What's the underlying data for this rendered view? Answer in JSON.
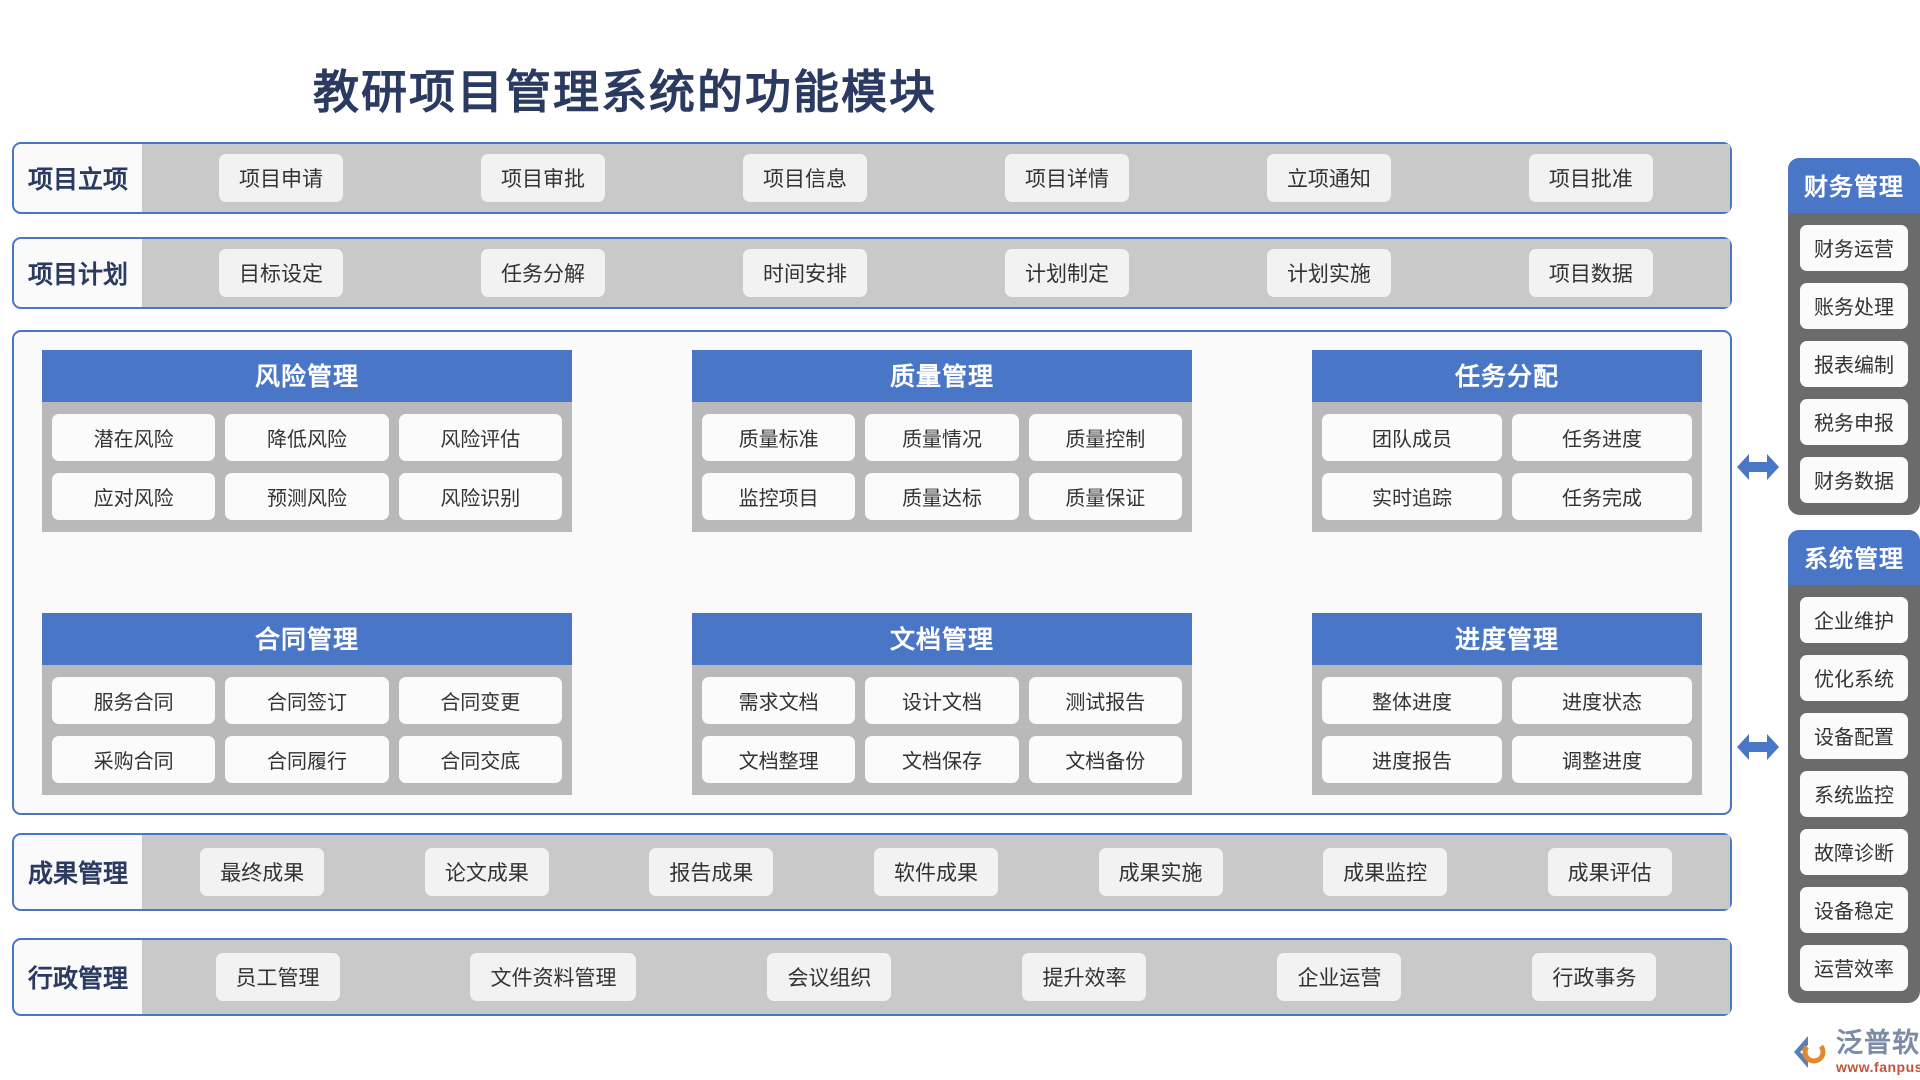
{
  "page": {
    "title": "教研项目管理系统的功能模块",
    "accent_blue": "#4a76c7",
    "title_color": "#2b3a60",
    "strip_gray": "#c9c9c9",
    "module_body_gray": "#b9b9b9",
    "sidebar_gray": "#6b6b6b",
    "pill_bg": "#f2f2f2"
  },
  "bands": [
    {
      "label": "项目立项",
      "items": [
        "项目申请",
        "项目审批",
        "项目信息",
        "项目详情",
        "立项通知",
        "项目批准"
      ]
    },
    {
      "label": "项目计划",
      "items": [
        "目标设定",
        "任务分解",
        "时间安排",
        "计划制定",
        "计划实施",
        "项目数据"
      ]
    },
    {
      "label": "成果管理",
      "items": [
        "最终成果",
        "论文成果",
        "报告成果",
        "软件成果",
        "成果实施",
        "成果监控",
        "成果评估"
      ]
    },
    {
      "label": "行政管理",
      "items": [
        "员工管理",
        "文件资料管理",
        "会议组织",
        "提升效率",
        "企业运营",
        "行政事务"
      ]
    }
  ],
  "modules": {
    "row1": [
      {
        "title": "风险管理",
        "columns": 3,
        "items": [
          "潜在风险",
          "降低风险",
          "风险评估",
          "应对风险",
          "预测风险",
          "风险识别"
        ]
      },
      {
        "title": "质量管理",
        "columns": 3,
        "items": [
          "质量标准",
          "质量情况",
          "质量控制",
          "监控项目",
          "质量达标",
          "质量保证"
        ]
      },
      {
        "title": "任务分配",
        "columns": 2,
        "items": [
          "团队成员",
          "任务进度",
          "实时追踪",
          "任务完成"
        ]
      }
    ],
    "row2": [
      {
        "title": "合同管理",
        "columns": 3,
        "items": [
          "服务合同",
          "合同签订",
          "合同变更",
          "采购合同",
          "合同履行",
          "合同交底"
        ]
      },
      {
        "title": "文档管理",
        "columns": 3,
        "items": [
          "需求文档",
          "设计文档",
          "测试报告",
          "文档整理",
          "文档保存",
          "文档备份"
        ]
      },
      {
        "title": "进度管理",
        "columns": 2,
        "items": [
          "整体进度",
          "进度状态",
          "进度报告",
          "调整进度"
        ]
      }
    ]
  },
  "sidebars": [
    {
      "title": "财务管理",
      "items": [
        "财务运营",
        "账务处理",
        "报表编制",
        "税务申报",
        "财务数据"
      ]
    },
    {
      "title": "系统管理",
      "items": [
        "企业维护",
        "优化系统",
        "设备配置",
        "系统监控",
        "故障诊断",
        "设备稳定",
        "运营效率"
      ]
    }
  ],
  "connectors": [
    {
      "name": "finance-connector",
      "icon": "double-arrow-icon"
    },
    {
      "name": "system-connector",
      "icon": "double-arrow-icon"
    }
  ],
  "logo": {
    "name": "泛普软件",
    "url": "www.fanpusoft.com",
    "icon": "fanpu-logo-icon"
  }
}
